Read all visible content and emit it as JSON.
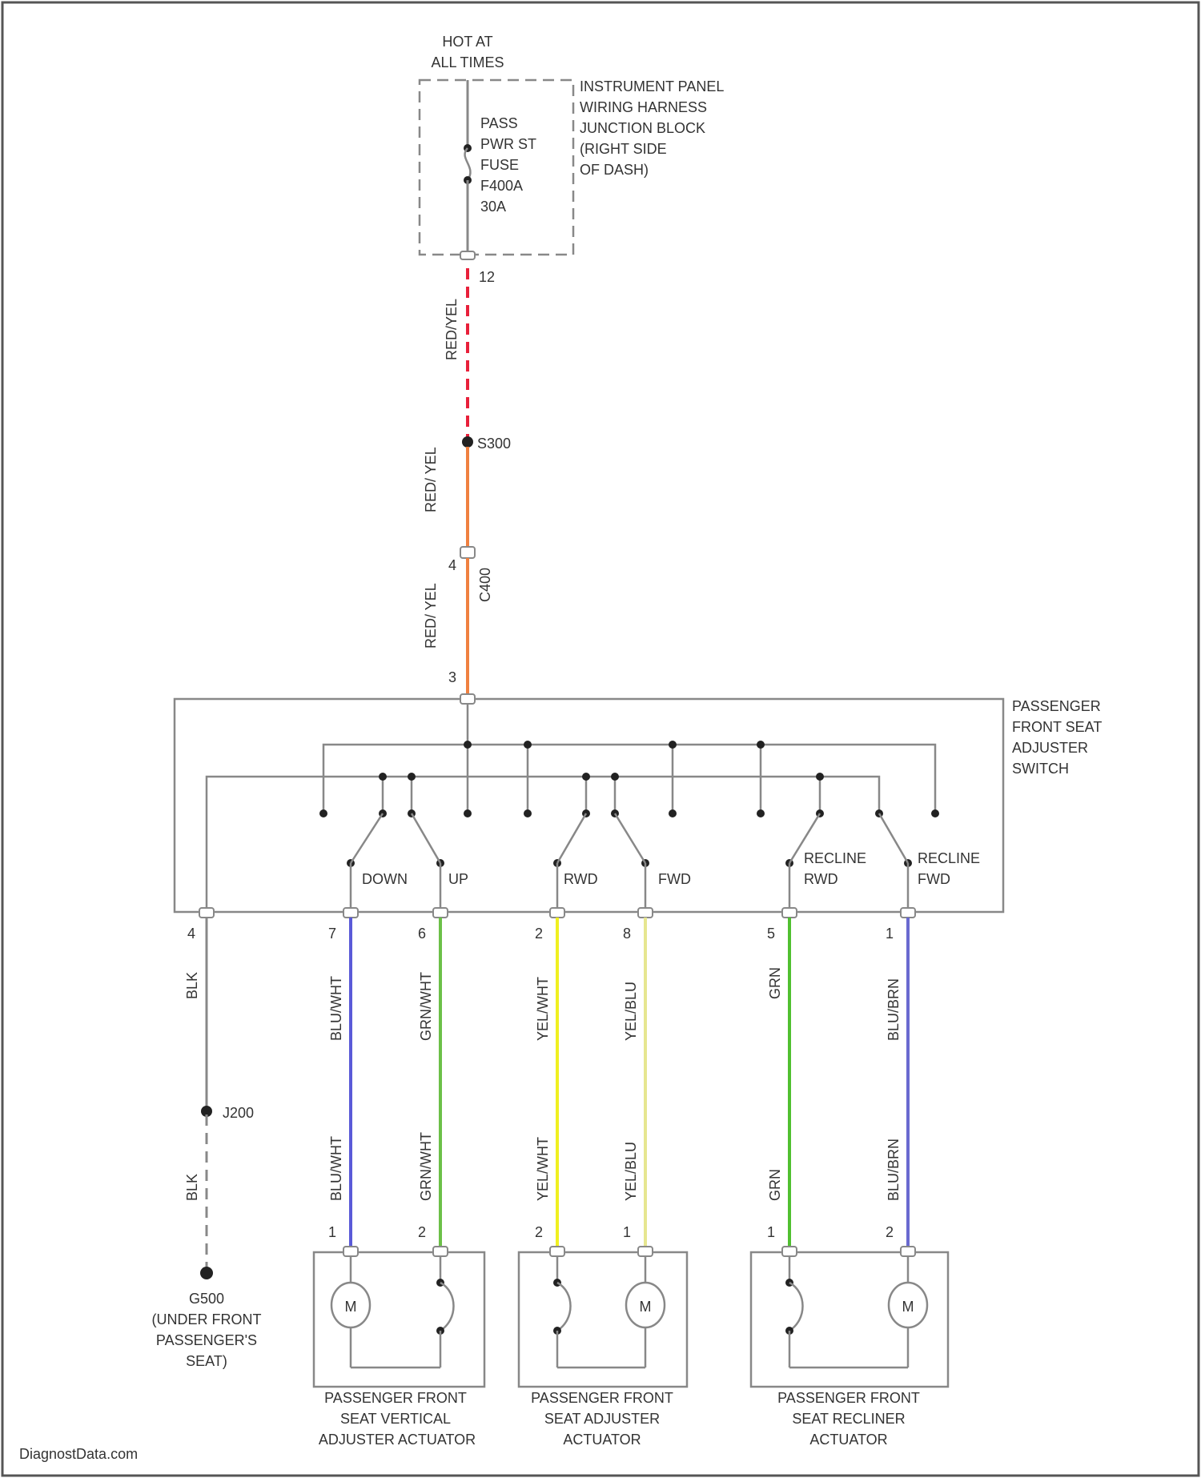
{
  "supply": {
    "line1": "HOT AT",
    "line2": "ALL TIMES"
  },
  "fuse": {
    "line1": "PASS",
    "line2": "PWR ST",
    "line3": "FUSE",
    "line4": "F400A",
    "line5": "30A"
  },
  "junction_block": {
    "line1": "INSTRUMENT PANEL",
    "line2": "WIRING HARNESS",
    "line3": "JUNCTION BLOCK",
    "line4": "(RIGHT SIDE",
    "line5": "OF DASH)"
  },
  "wires": {
    "feed_top": "RED/YEL",
    "feed_top_pin": "12",
    "splice_top": "S300",
    "feed_mid": "RED/ YEL",
    "connector_pin": "4",
    "connector_name": "C400",
    "feed_low": "RED/ YEL",
    "switch_in_pin": "3",
    "ground_top": "BLK",
    "ground_top_pin": "4",
    "ground_splice": "J200",
    "ground_bottom": "BLK",
    "w1_top": "BLU/WHT",
    "w1_top_pin": "7",
    "w1_bottom": "BLU/WHT",
    "w1_bottom_pin": "1",
    "w2_top": "GRN/WHT",
    "w2_top_pin": "6",
    "w2_bottom": "GRN/WHT",
    "w2_bottom_pin": "2",
    "w3_top": "YEL/WHT",
    "w3_top_pin": "2",
    "w3_bottom": "YEL/WHT",
    "w3_bottom_pin": "2",
    "w4_top": "YEL/BLU",
    "w4_top_pin": "8",
    "w4_bottom": "YEL/BLU",
    "w4_bottom_pin": "1",
    "w5_top": "GRN",
    "w5_top_pin": "5",
    "w5_bottom": "GRN",
    "w5_bottom_pin": "1",
    "w6_top": "BLU/BRN",
    "w6_top_pin": "1",
    "w6_bottom": "BLU/BRN",
    "w6_bottom_pin": "2"
  },
  "ground": {
    "name": "G500",
    "line2": "(UNDER FRONT",
    "line3": "PASSENGER'S",
    "line4": "SEAT)"
  },
  "switch": {
    "line1": "PASSENGER",
    "line2": "FRONT SEAT",
    "line3": "ADJUSTER",
    "line4": "SWITCH",
    "down": "DOWN",
    "up": "UP",
    "rwd": "RWD",
    "fwd": "FWD",
    "recline_rwd_1": "RECLINE",
    "recline_rwd_2": "RWD",
    "recline_fwd_1": "RECLINE",
    "recline_fwd_2": "FWD"
  },
  "motor_symbol": "M",
  "actuators": {
    "vertical": {
      "line1": "PASSENGER FRONT",
      "line2": "SEAT VERTICAL",
      "line3": "ADJUSTER ACTUATOR"
    },
    "adjuster": {
      "line1": "PASSENGER FRONT",
      "line2": "SEAT ADJUSTER",
      "line3": "ACTUATOR"
    },
    "recliner": {
      "line1": "PASSENGER FRONT",
      "line2": "SEAT RECLINER",
      "line3": "ACTUATOR"
    }
  },
  "watermark": "DiagnostData.com",
  "colors": {
    "red": "#e8203a",
    "orange": "#f08040",
    "blue": "#5a5ad8",
    "green": "#6cc048",
    "yellow": "#f0f020",
    "pale_yellow": "#e6e690",
    "bright_green": "#50c030",
    "violet": "#6a6ad0"
  }
}
